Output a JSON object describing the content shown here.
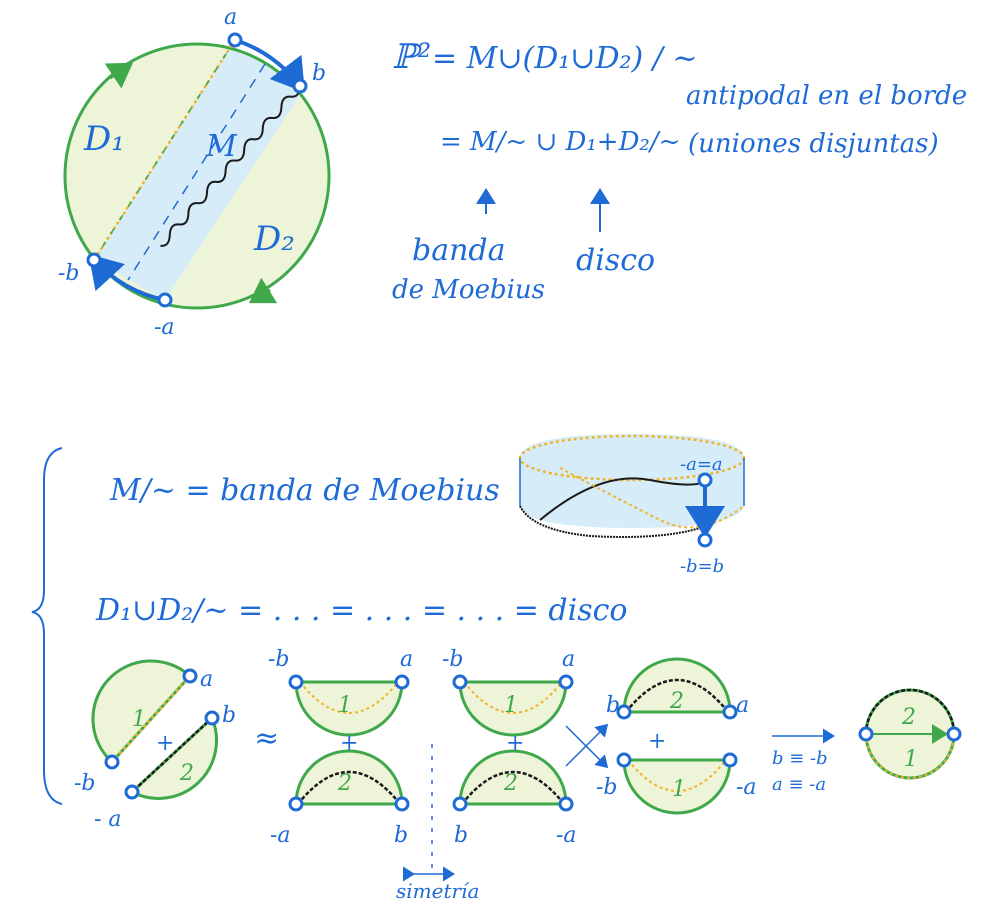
{
  "top_diagram": {
    "vertex_a": "a",
    "vertex_b": "b",
    "vertex_neg_b": "-b",
    "vertex_neg_a": "-a",
    "region_d1": "D₁",
    "region_m": "M",
    "region_d2": "D₂"
  },
  "formula": {
    "line1_lhs": "ℙ²",
    "line1_rhs": "= M∪(D₁∪D₂) / ~",
    "line1_note": "antipodal en el borde",
    "line2": "= M/~ ∪ D₁+D₂/~",
    "line2_note": "(uniones disjuntas)",
    "arrow1_label_line1": "banda",
    "arrow1_label_line2": "de Moebius",
    "arrow2_label": "disco"
  },
  "section2": {
    "m_quotient": "M/~ = banda de Moebius",
    "moebius_top_label": "-a=a",
    "moebius_bottom_label": "-b=b",
    "chain": "D₁∪D₂/~  =   . . .   =   . . .   =   . . .   =   disco"
  },
  "steps": {
    "s1": {
      "a": "a",
      "b": "b",
      "nb": "-b",
      "na": "- a",
      "n1": "1",
      "n2": "2",
      "plus": "+"
    },
    "s2": {
      "nb": "-b",
      "a": "a",
      "na": "-a",
      "b": "b",
      "n1": "1",
      "n2": "2",
      "plus": "+",
      "sim": "≈"
    },
    "s3": {
      "nb": "-b",
      "a": "a",
      "b": "b",
      "na": "-a",
      "n1": "1",
      "n2": "2",
      "plus": "+"
    },
    "s4": {
      "b": "b",
      "a": "a",
      "nb": "-b",
      "na": "-a",
      "n1": "1",
      "n2": "2",
      "plus": "+"
    },
    "identify": {
      "l1": "b ≡ -b",
      "l2": "a ≡ -a"
    },
    "s5": {
      "n1": "1",
      "n2": "2"
    },
    "simetria": "simetría"
  },
  "colors": {
    "blue": "#1f6bd6",
    "green": "#3ea84a",
    "light_green": "#eef4d8",
    "light_blue": "#d6ecf8",
    "yellow": "#f0b429",
    "black": "#1a1a1a"
  }
}
